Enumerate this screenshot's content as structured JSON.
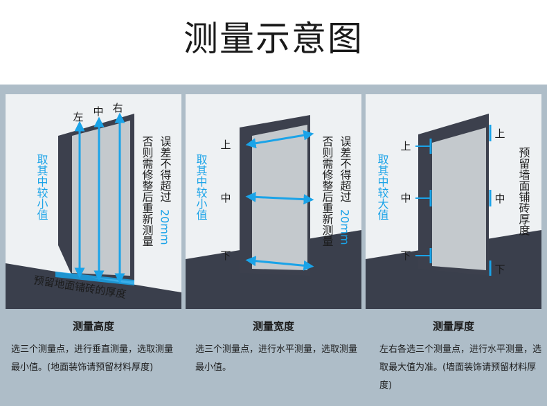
{
  "page": {
    "title": "测量示意图"
  },
  "colors": {
    "accent": "#1aa3e8",
    "dark": "#3a3f4c",
    "door": "#c4c9cd",
    "frame": "#3c404d",
    "band": "#aebdc8"
  },
  "panels": [
    {
      "top_labels": [
        "左",
        "中",
        "右"
      ],
      "side_note": "取其中较小值",
      "error_note_1": "误差不得超过",
      "error_value": "20mm",
      "error_note_2": "否则需修整后重新测量",
      "floor_label": "预留地面铺砖的厚度",
      "caption": "测量高度",
      "description": "选三个测量点，进行垂直测量，选取测量最小值。(地面装饰请预留材料厚度)"
    },
    {
      "row_labels": [
        "上",
        "中",
        "下"
      ],
      "side_note": "取其中较小值",
      "error_note_1": "误差不得超过",
      "error_value": "20mm",
      "error_note_2": "否则需修整后重新测量",
      "caption": "测量宽度",
      "description": "选三个测量点，进行水平测量，选取测量最小值。"
    },
    {
      "left_labels": [
        "上",
        "中",
        "下"
      ],
      "right_labels": [
        "上",
        "中",
        "下"
      ],
      "side_note": "取其中较大值",
      "wall_note": "预留墙面铺砖厚度",
      "caption": "测量厚度",
      "description": "左右各选三个测量点，进行水平测量，选取最大值为准。(墙面装饰请预留材料厚度)"
    }
  ]
}
